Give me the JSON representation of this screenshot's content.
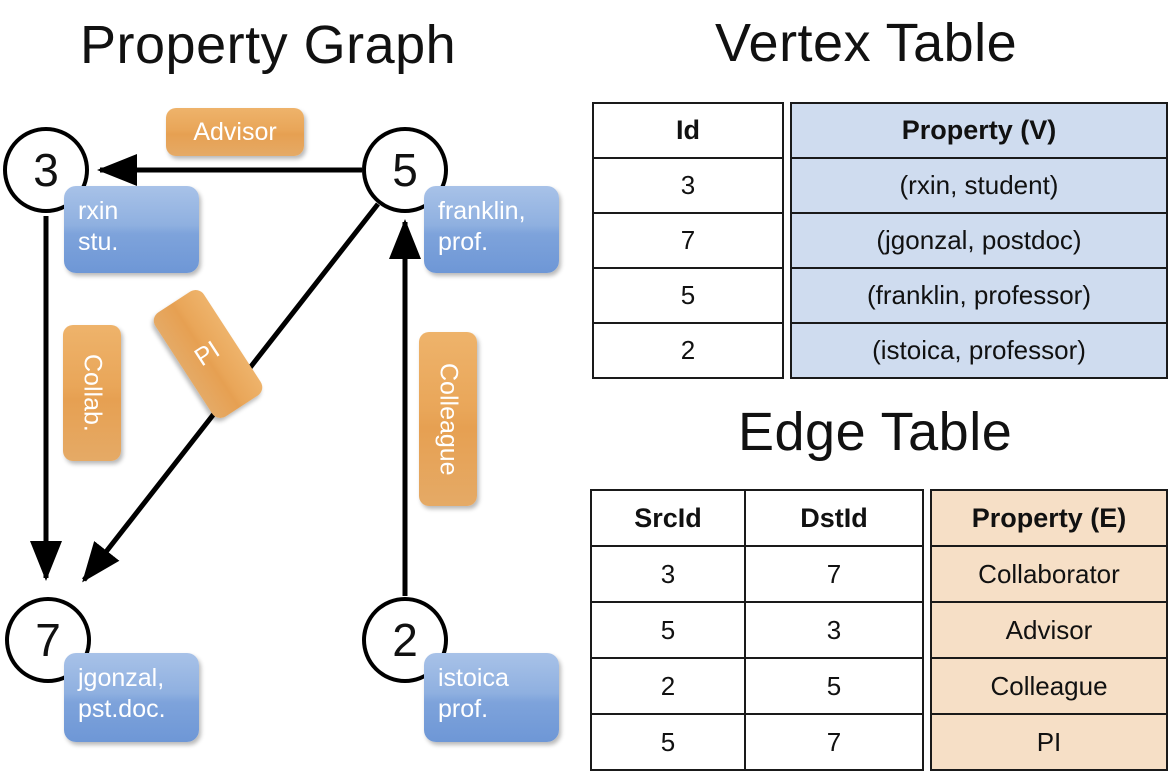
{
  "titles": {
    "property_graph": "Property Graph",
    "vertex_table": "Vertex Table",
    "edge_table": "Edge Table"
  },
  "graph": {
    "nodes": [
      {
        "id": "3",
        "prop_line1": "rxin",
        "prop_line2": "stu."
      },
      {
        "id": "5",
        "prop_line1": "franklin,",
        "prop_line2": "prof."
      },
      {
        "id": "7",
        "prop_line1": "jgonzal,",
        "prop_line2": "pst.doc."
      },
      {
        "id": "2",
        "prop_line1": "istoica",
        "prop_line2": "prof."
      }
    ],
    "edge_labels": [
      {
        "name": "advisor",
        "text": "Advisor"
      },
      {
        "name": "collab",
        "text": "Collab."
      },
      {
        "name": "pi",
        "text": "PI"
      },
      {
        "name": "colleague",
        "text": "Colleague"
      }
    ]
  },
  "vertex_table": {
    "headers": [
      "Id",
      "Property (V)"
    ],
    "rows": [
      {
        "id": "3",
        "property": "(rxin, student)"
      },
      {
        "id": "7",
        "property": "(jgonzal, postdoc)"
      },
      {
        "id": "5",
        "property": "(franklin, professor)"
      },
      {
        "id": "2",
        "property": "(istoica, professor)"
      }
    ]
  },
  "edge_table": {
    "headers": [
      "SrcId",
      "DstId",
      "Property (E)"
    ],
    "rows": [
      {
        "src": "3",
        "dst": "7",
        "property": "Collaborator"
      },
      {
        "src": "5",
        "dst": "3",
        "property": "Advisor"
      },
      {
        "src": "2",
        "dst": "5",
        "property": "Colleague"
      },
      {
        "src": "5",
        "dst": "7",
        "property": "PI"
      }
    ]
  },
  "colors": {
    "vertex_property_fill": "#cfdcef",
    "edge_property_fill": "#f6dfc6",
    "node_box_blue": "#7ea3db",
    "edge_label_orange": "#e9a659",
    "stroke": "#000000"
  }
}
